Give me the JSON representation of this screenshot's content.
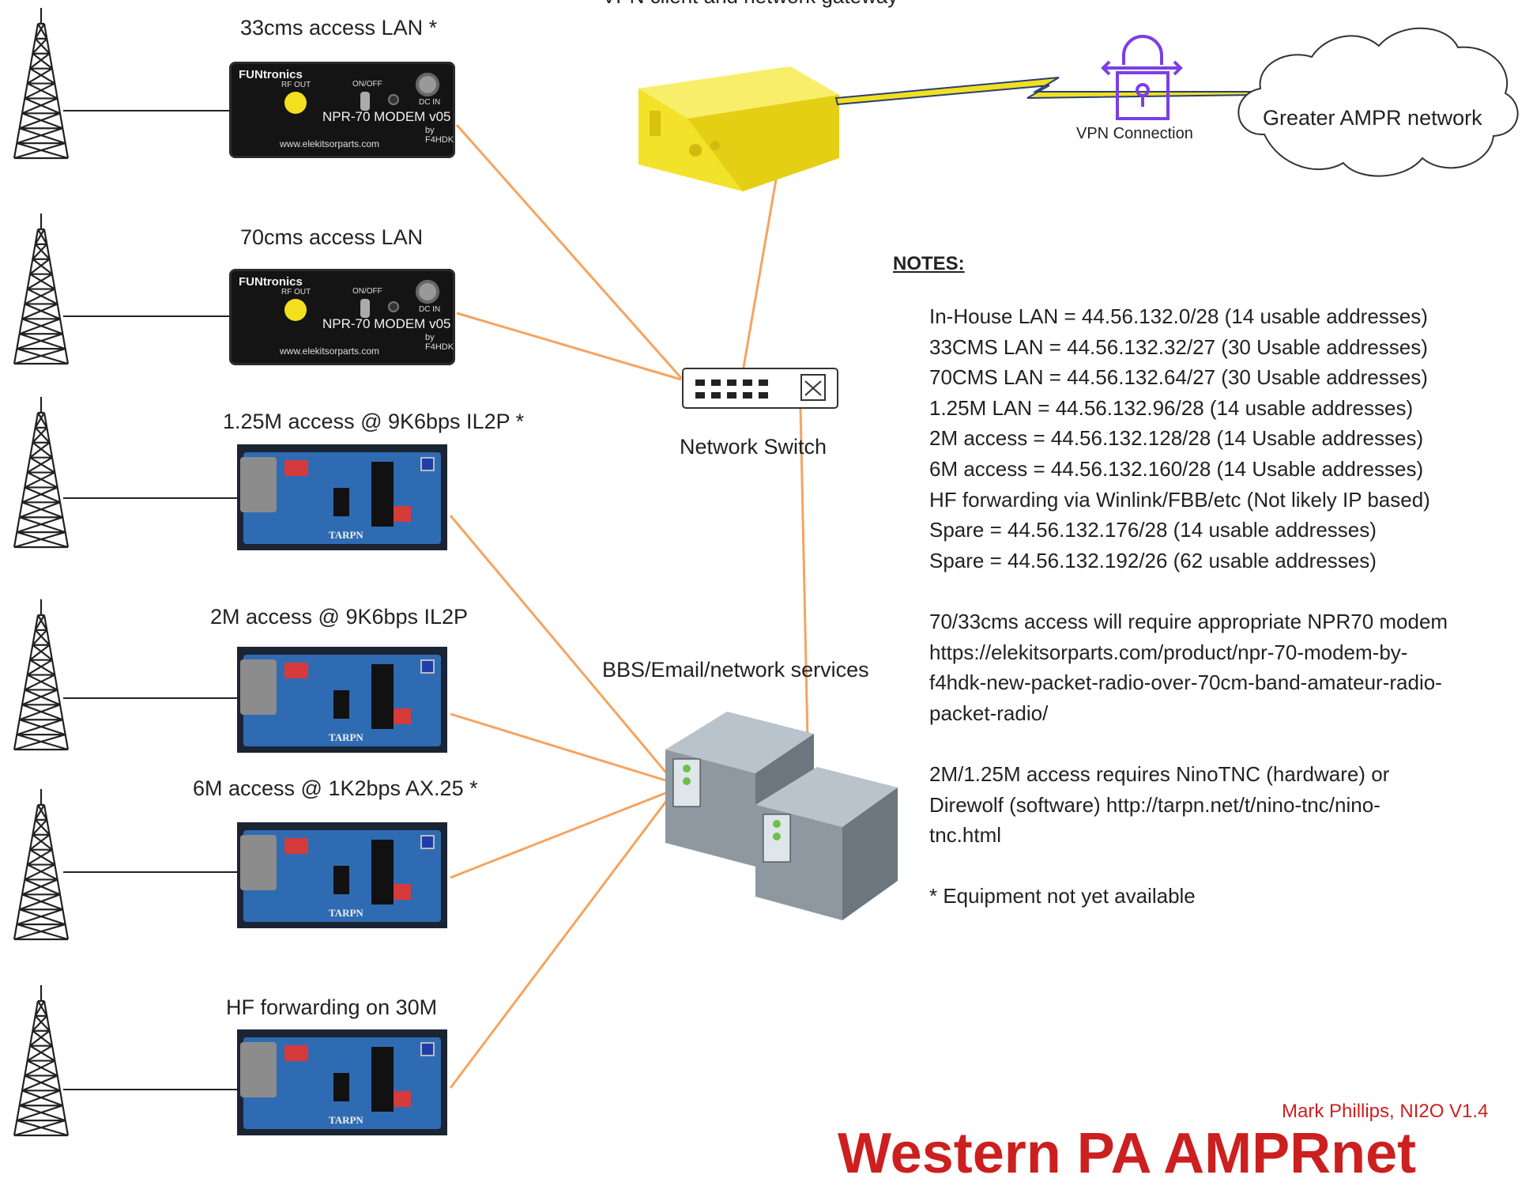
{
  "top_caption": "VPN client and network gateway",
  "labels": {
    "lan33": "33cms access LAN *",
    "lan70": "70cms access LAN",
    "m125": "1.25M access @ 9K6bps IL2P *",
    "m2": "2M access @ 9K6bps IL2P",
    "m6": "6M access @ 1K2bps AX.25 *",
    "hf": "HF forwarding on 30M",
    "switch": "Network Switch",
    "services": "BBS/Email/network services",
    "vpn": "VPN Connection",
    "cloud": "Greater AMPR network"
  },
  "modem": {
    "brand": "FUNtronics",
    "title": "NPR-70 MODEM v05",
    "by": "by F4HDK",
    "url": "www.elekitsorparts.com",
    "onoff": "ON/OFF",
    "rfout": "RF OUT",
    "dcin": "DC IN"
  },
  "board_label": "TARPN",
  "notes": {
    "title": "NOTES:",
    "lines": [
      "In-House LAN = 44.56.132.0/28 (14 usable addresses)",
      "33CMS LAN = 44.56.132.32/27 (30 Usable addresses)",
      "70CMS LAN = 44.56.132.64/27 (30 Usable addresses)",
      "1.25M LAN = 44.56.132.96/28 (14 usable addresses)",
      "2M access = 44.56.132.128/28 (14 Usable addresses)",
      "6M access = 44.56.132.160/28 (14 Usable addresses)",
      "HF forwarding via Winlink/FBB/etc (Not likely IP based)",
      "Spare = 44.56.132.176/28 (14 usable addresses)",
      "Spare = 44.56.132.192/26 (62 usable addresses)",
      "",
      "70/33cms access will require appropriate NPR70 modem",
      "https://elekitsorparts.com/product/npr-70-modem-by-",
      "f4hdk-new-packet-radio-over-70cm-band-amateur-radio-",
      "packet-radio/",
      "",
      "2M/1.25M access requires NinoTNC (hardware) or",
      "Direwolf (software) http://tarpn.net/t/nino-tnc/nino-",
      "tnc.html",
      "",
      "* Equipment not yet available"
    ]
  },
  "author": "Mark Phillips, NI2O V1.4",
  "watermark": "Western PA AMPRnet",
  "colors": {
    "link": "#f4a460",
    "vpn_bolt": "#f2e01e",
    "vpn_icon": "#7b3fe4",
    "router": "#f5e52a",
    "author": "#cc1f1f"
  }
}
